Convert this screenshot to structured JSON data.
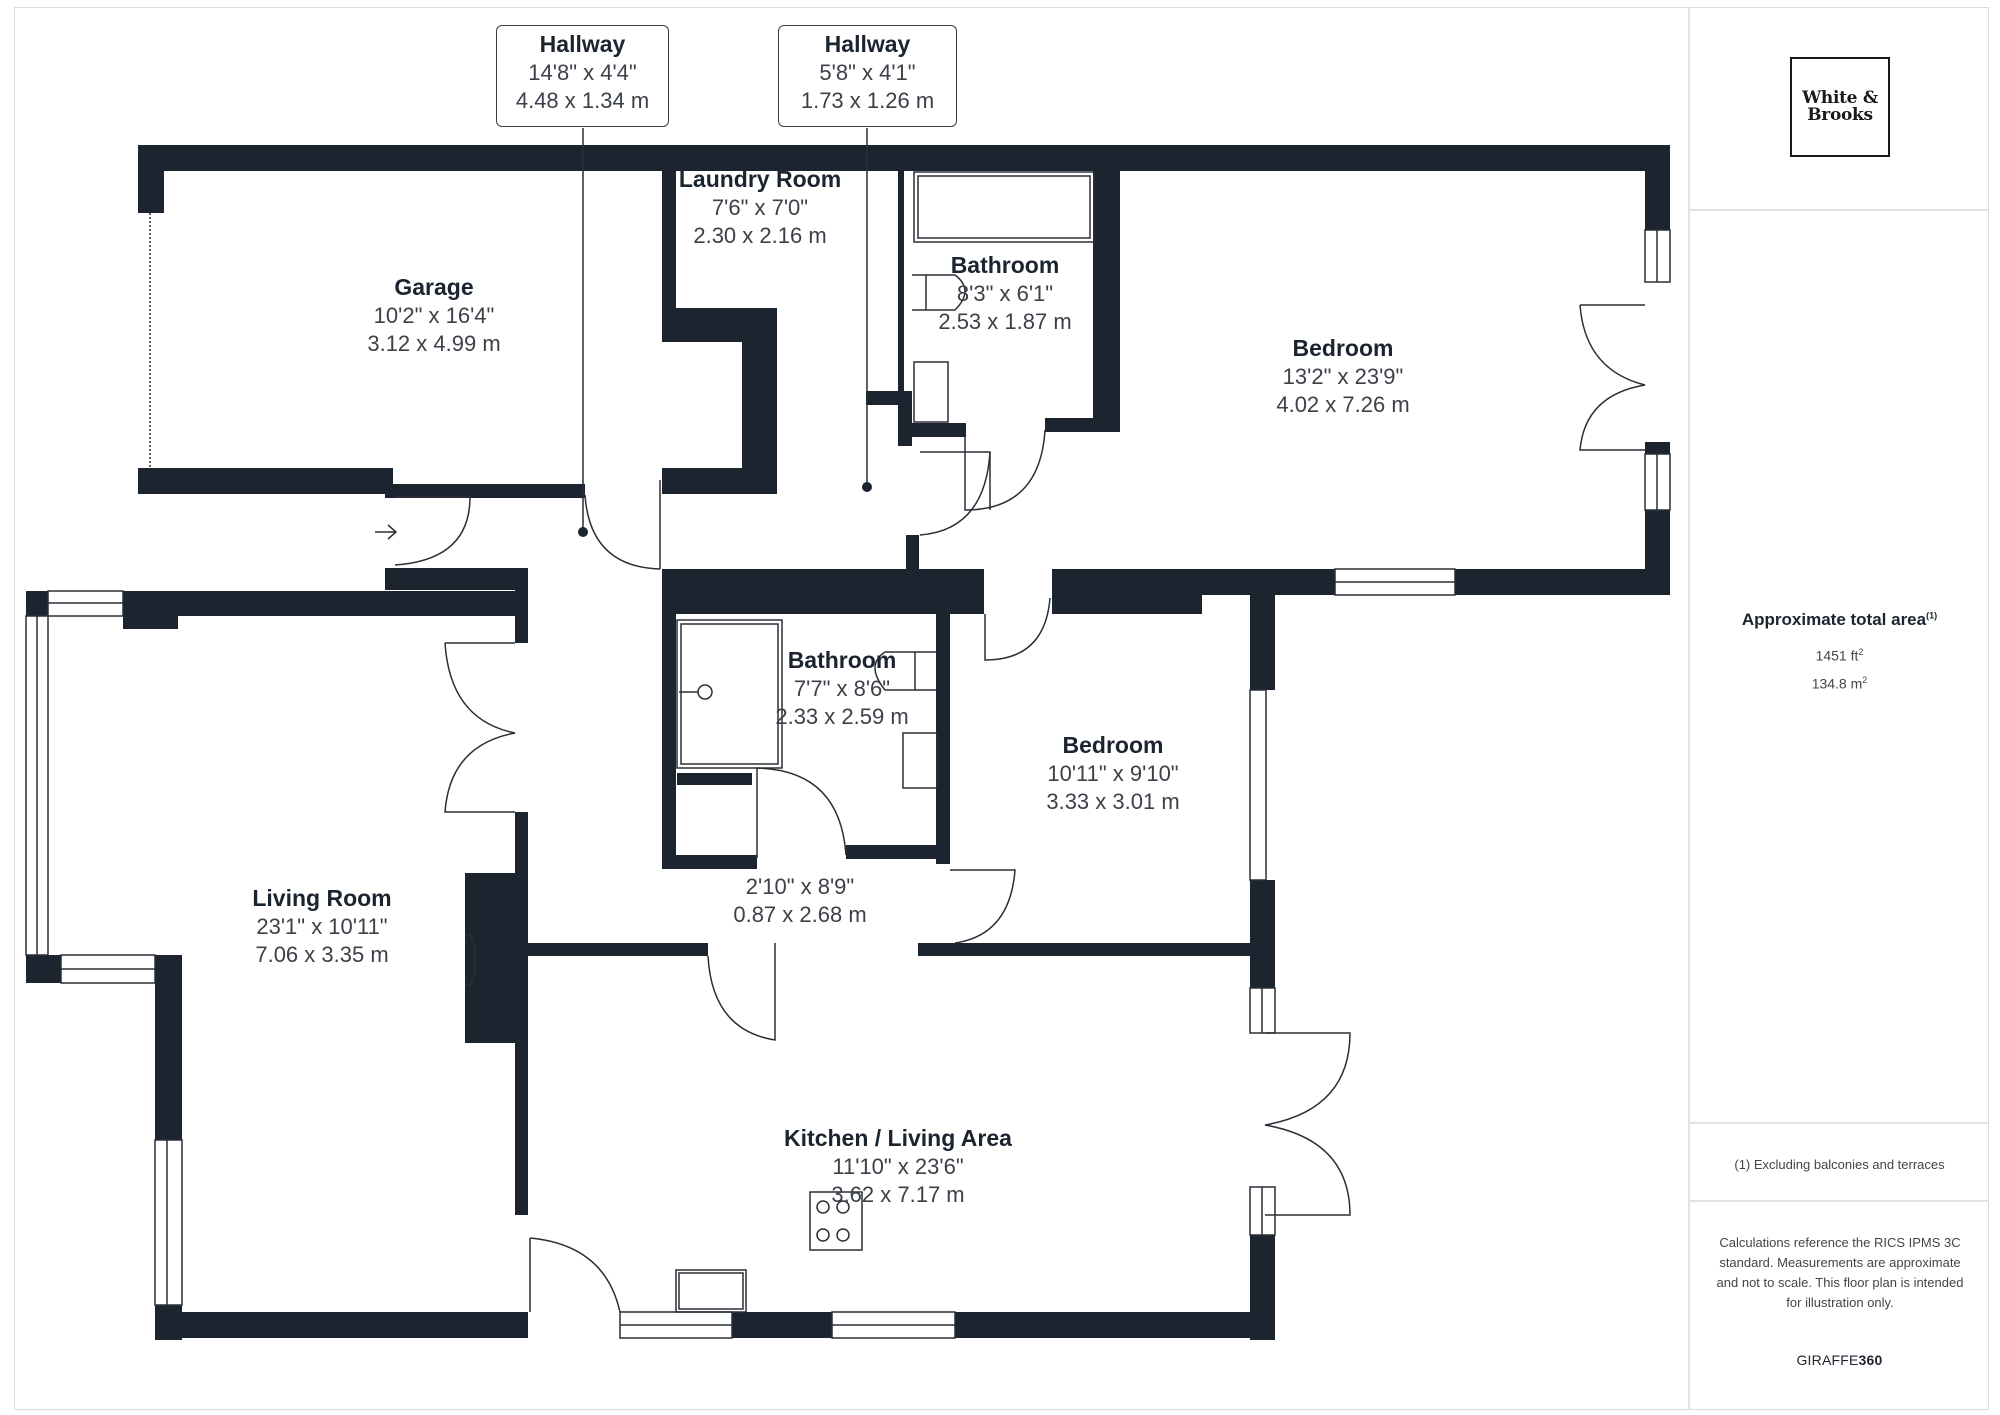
{
  "brand": {
    "logo_line1": "White &",
    "logo_line2": "Brooks"
  },
  "summary": {
    "title": "Approximate total area",
    "title_note": "(1)",
    "area_imperial": "1451 ft",
    "area_imperial_unit_sup": "2",
    "area_metric": "134.8 m",
    "area_metric_unit_sup": "2",
    "footnote": "(1) Excluding balconies and terraces",
    "disclaimer": "Calculations reference the RICS IPMS 3C standard. Measurements are approximate and not to scale. This floor plan is intended for illustration only.",
    "provider_prefix": "GIRAFFE",
    "provider_suffix": "360"
  },
  "colors": {
    "wall": "#1c2430",
    "line": "#2a2f36",
    "text": "#1c2430",
    "divider": "#e2e2e2"
  },
  "callouts": [
    {
      "name": "Hallway",
      "imperial": "14'8\" x 4'4\"",
      "metric": "4.48 x 1.34 m"
    },
    {
      "name": "Hallway",
      "imperial": "5'8\" x 4'1\"",
      "metric": "1.73 x 1.26 m"
    }
  ],
  "rooms": {
    "garage": {
      "name": "Garage",
      "imperial": "10'2\" x 16'4\"",
      "metric": "3.12 x 4.99 m"
    },
    "laundry": {
      "name": "Laundry Room",
      "imperial": "7'6\" x 7'0\"",
      "metric": "2.30 x 2.16 m"
    },
    "bathroom1": {
      "name": "Bathroom",
      "imperial": "8'3\" x 6'1\"",
      "metric": "2.53 x 1.87 m"
    },
    "bedroom1": {
      "name": "Bedroom",
      "imperial": "13'2\" x 23'9\"",
      "metric": "4.02 x 7.26 m"
    },
    "bathroom2": {
      "name": "Bathroom",
      "imperial": "7'7\" x 8'6\"",
      "metric": "2.33 x 2.59 m"
    },
    "bedroom2": {
      "name": "Bedroom",
      "imperial": "10'11\" x 9'10\"",
      "metric": "3.33 x 3.01 m"
    },
    "hallway3": {
      "imperial": "2'10\" x 8'9\"",
      "metric": "0.87 x 2.68 m"
    },
    "living": {
      "name": "Living Room",
      "imperial": "23'1\" x 10'11\"",
      "metric": "7.06 x 3.35 m"
    },
    "kitchen": {
      "name": "Kitchen / Living Area",
      "imperial": "11'10\" x 23'6\"",
      "metric": "3.62 x 7.17 m"
    }
  }
}
